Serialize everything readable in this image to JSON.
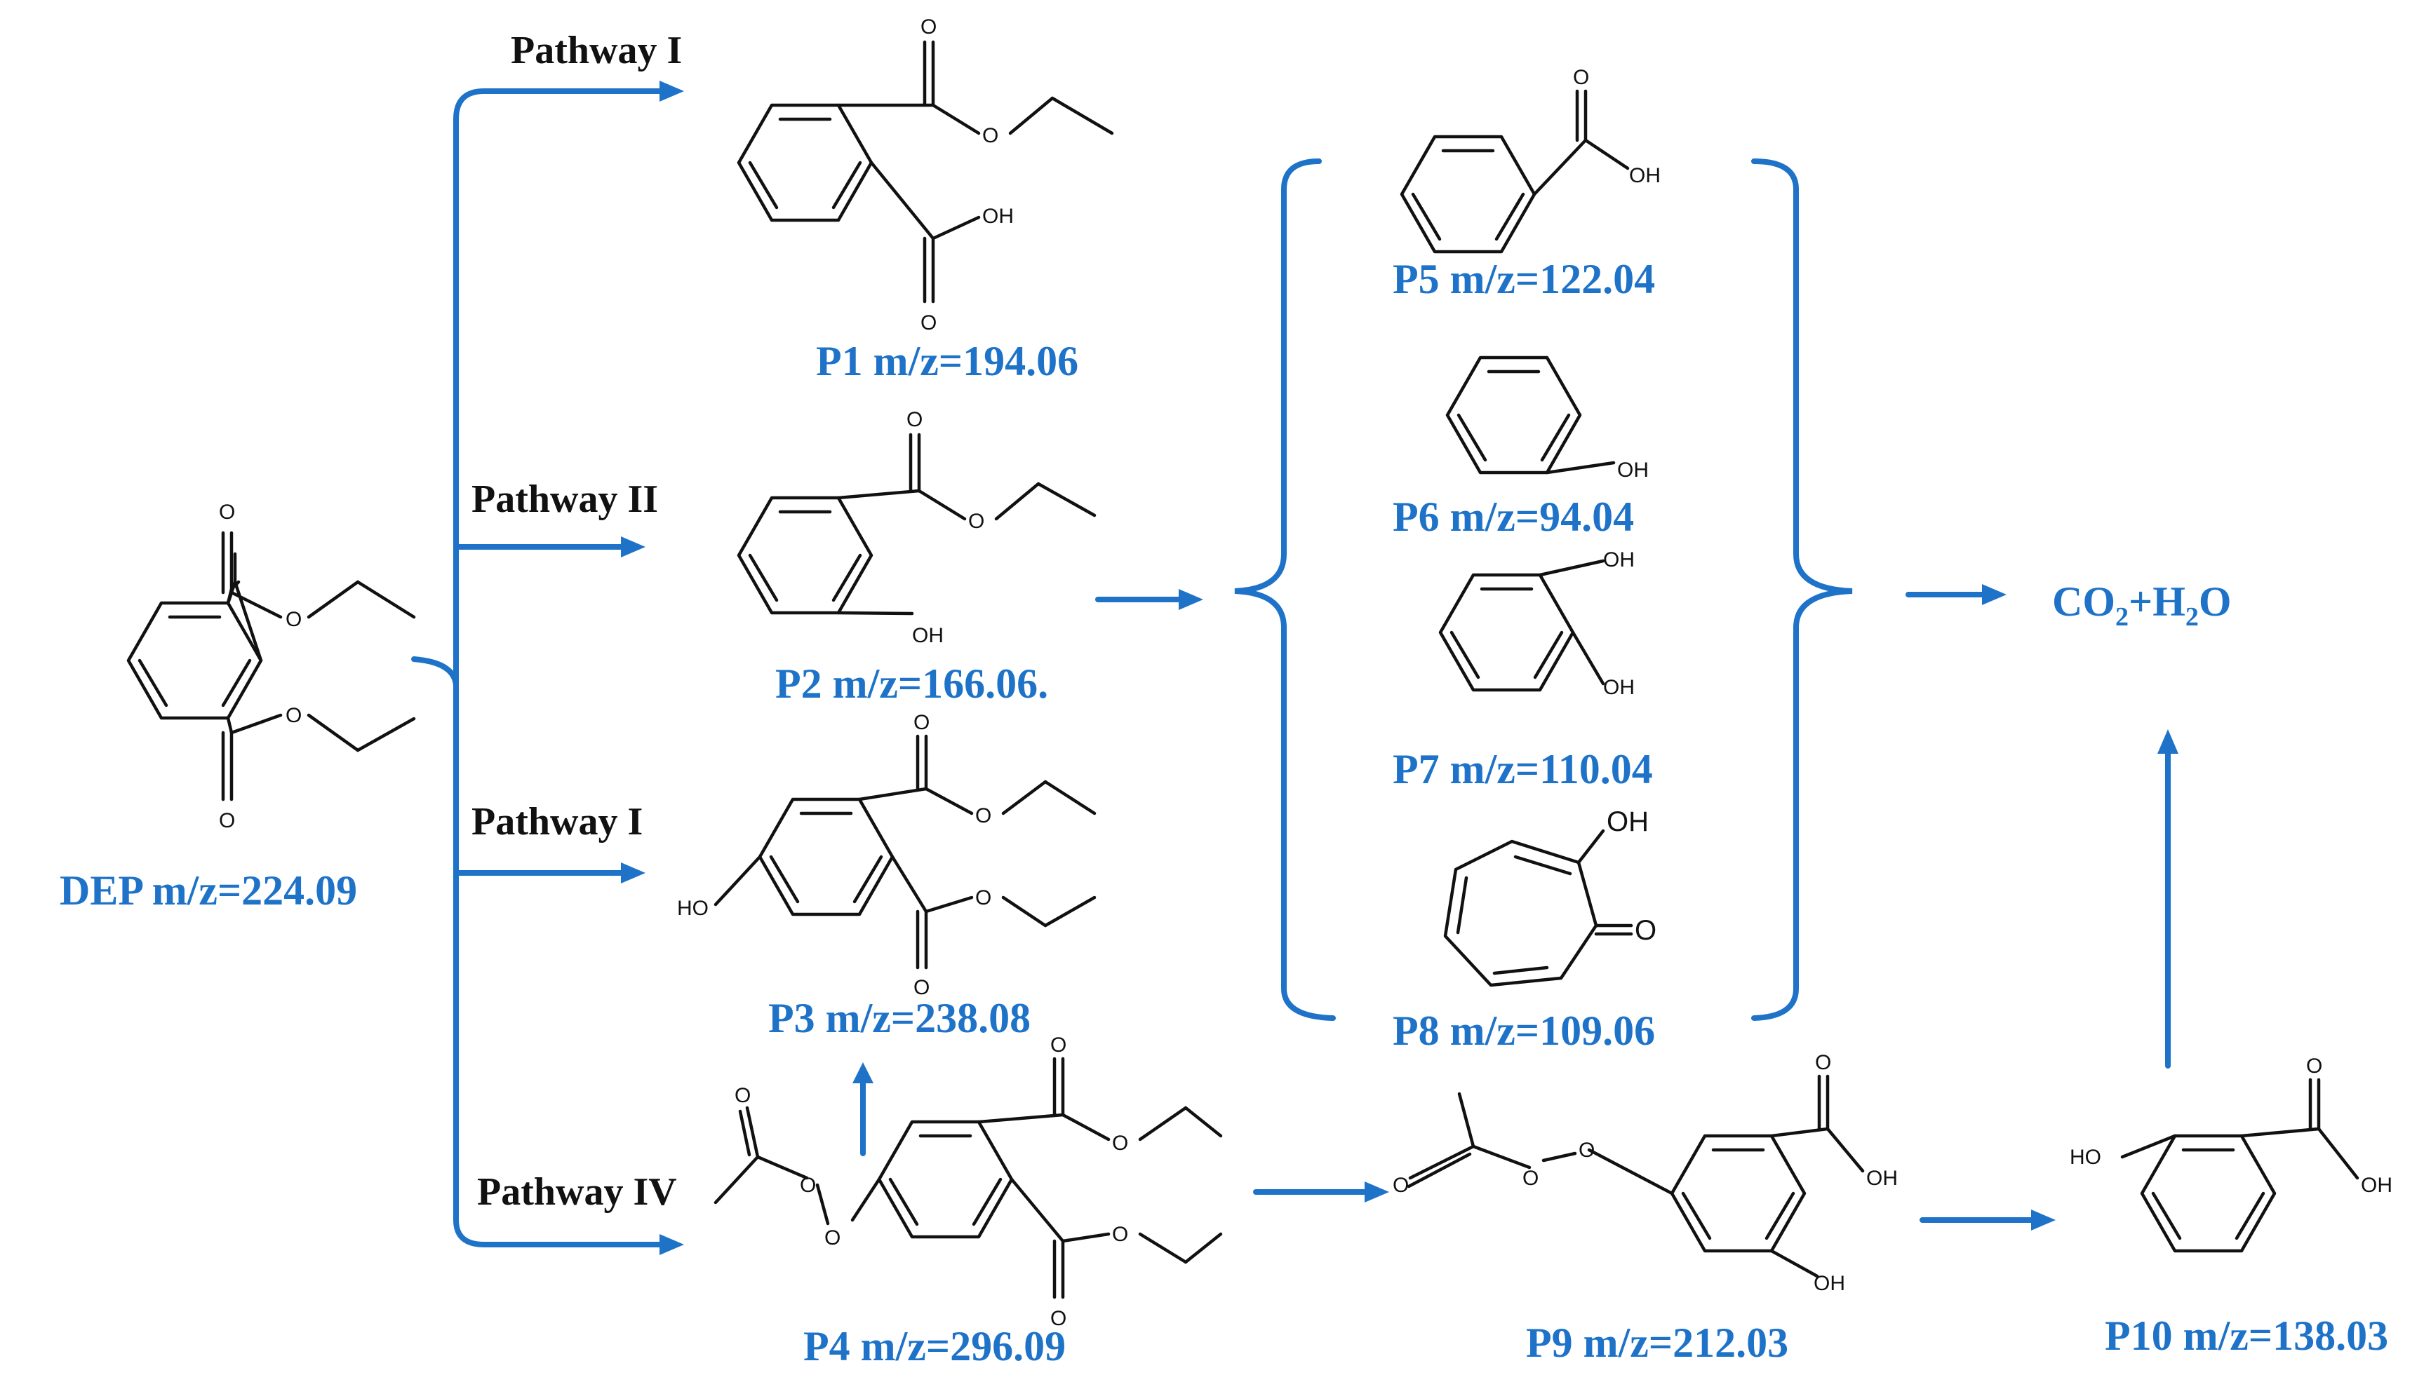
{
  "pathways": {
    "p1": "Pathway I",
    "p2": "Pathway II",
    "p3": "Pathway I",
    "p4": "Pathway IV"
  },
  "labels": {
    "dep": "DEP m/z=224.09",
    "p1": "P1 m/z=194.06",
    "p2": "P2 m/z=166.06.",
    "p3": "P3 m/z=238.08",
    "p4": "P4 m/z=296.09",
    "p5": "P5 m/z=122.04",
    "p6": "P6 m/z=94.04",
    "p7": "P7 m/z=110.04",
    "p8": "P8 m/z=109.06",
    "p9": "P9 m/z=212.03",
    "p10": "P10 m/z=138.03"
  },
  "final_product": {
    "co": "CO",
    "sub2a": "2",
    "plus_h": "+H",
    "sub2b": "2",
    "o": "O"
  },
  "atoms": {
    "O": "O",
    "OH": "OH",
    "HO": "HO"
  },
  "colors": {
    "accent": "#1e73c8",
    "structure": "#111111"
  }
}
